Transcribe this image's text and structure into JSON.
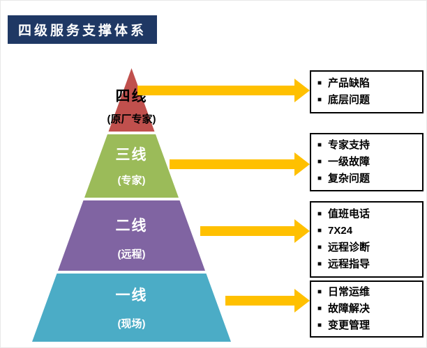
{
  "title": "四级服务支撑体系",
  "bullet": "■",
  "colors": {
    "title_bg": "#1F3864",
    "arrow": "#FFC000",
    "level_4_red": "#C0504D",
    "level_3_green": "#9BBB59",
    "level_2_purple": "#8064A2",
    "level_1_teal": "#4BACC6"
  },
  "pyramid": {
    "levels": [
      {
        "name": "四线",
        "sub": "(原厂专家)",
        "color": "#C0504D"
      },
      {
        "name": "三线",
        "sub": "(专家)",
        "color": "#9BBB59"
      },
      {
        "name": "二线",
        "sub": "(远程)",
        "color": "#8064A2"
      },
      {
        "name": "一线",
        "sub": "(现场)",
        "color": "#4BACC6"
      }
    ]
  },
  "boxes": [
    {
      "items": [
        "产品缺陷",
        "底层问题"
      ]
    },
    {
      "items": [
        "专家支持",
        "一级故障",
        "复杂问题"
      ]
    },
    {
      "items": [
        "值班电话",
        "7X24",
        "远程诊断",
        "远程指导"
      ]
    },
    {
      "items": [
        "日常运维",
        "故障解决",
        "变更管理"
      ]
    }
  ]
}
